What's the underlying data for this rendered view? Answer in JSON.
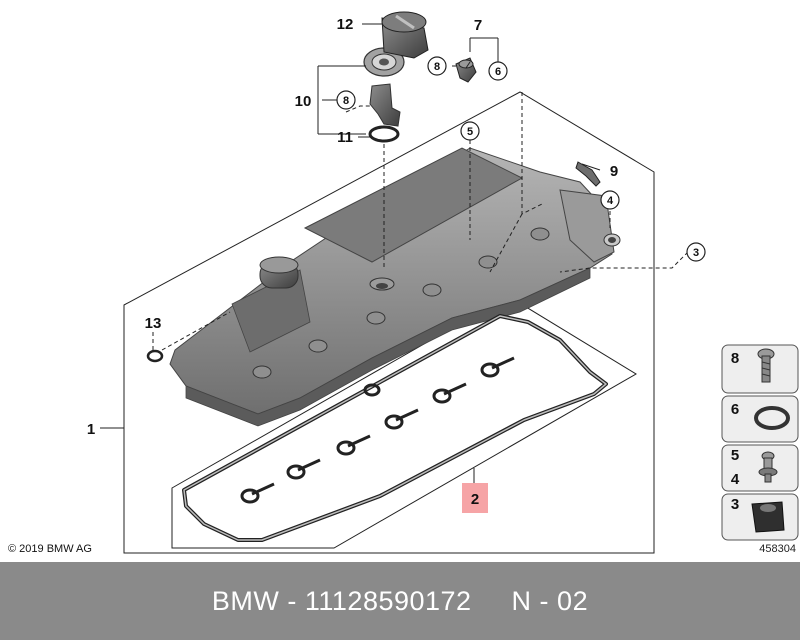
{
  "diagram": {
    "callouts": {
      "c1": "1",
      "c2": "2",
      "c3": "3",
      "c4": "4",
      "c5": "5",
      "c6": "6",
      "c7": "7",
      "c8a": "8",
      "c8b": "8",
      "c9": "9",
      "c10": "10",
      "c11": "11",
      "c12": "12",
      "c13": "13"
    },
    "legend": {
      "l8": "8",
      "l6": "6",
      "l5": "5",
      "l4": "4",
      "l3": "3"
    },
    "copyright": "© 2019 BMW AG",
    "reference_number": "458304",
    "colors": {
      "highlight": "#f6a4a6",
      "footer": "#8a8a8a",
      "part_grey": "#8c8c8c",
      "legend_box": "#eeeeee"
    }
  },
  "footer": {
    "text": "BMW - 11128590172     N - 02"
  }
}
